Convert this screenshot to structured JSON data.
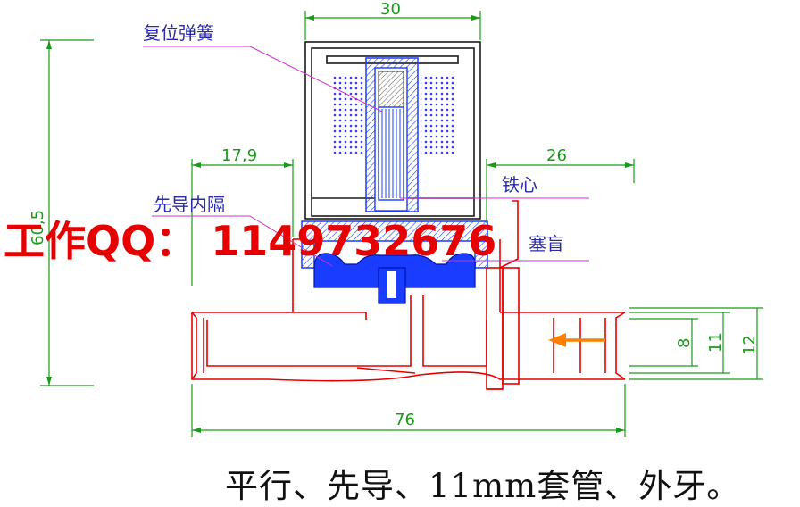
{
  "dimensions": {
    "coil_width": "30",
    "inlet_offset": "17,9",
    "outlet_offset": "26",
    "total_height": "60,5",
    "total_length": "76",
    "bore_small": "8",
    "bore_mid": "11",
    "bore_large": "12"
  },
  "labels": {
    "return_spring": "复位弹簧",
    "pilot_diaphragm": "先导内隔",
    "iron_core": "铁心",
    "plug_cap": "塞盲"
  },
  "watermark": "工作QQ： 1149732676",
  "caption": "平行、先导、11mm套管、外牙。",
  "colors": {
    "dimension": "#1a9a1a",
    "body_outline": "#e60000",
    "coil_outline": "#1a1a1a",
    "diaphragm": "#1a3cff",
    "leader": "#cc33cc",
    "flow_arrow": "#ff8000",
    "label_text": "#2a2aa8",
    "watermark_text": "#e60000"
  },
  "icons": {
    "flow_direction": "left-arrow-icon"
  }
}
